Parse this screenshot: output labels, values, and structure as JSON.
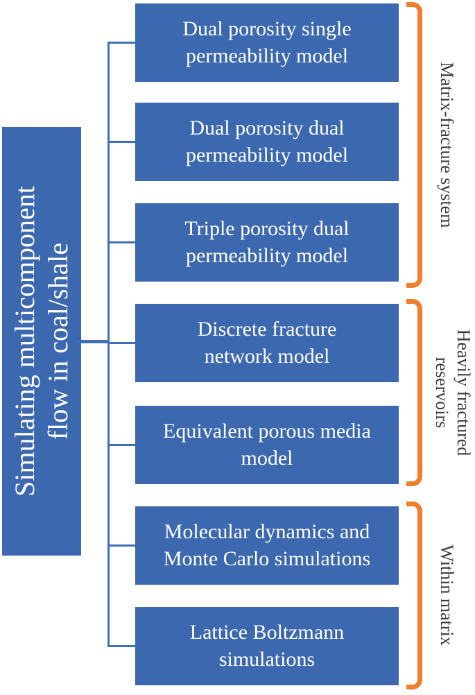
{
  "diagram": {
    "root": {
      "label": "Simulating multicomponent\nflow in coal/shale"
    },
    "boxes": [
      {
        "label": "Dual porosity single\npermeability model"
      },
      {
        "label": "Dual porosity dual\npermeability model"
      },
      {
        "label": "Triple porosity dual\npermeability model"
      },
      {
        "label": "Discrete fracture\nnetwork model"
      },
      {
        "label": "Equivalent porous media\nmodel"
      },
      {
        "label": "Molecular dynamics and\nMonte Carlo simulations"
      },
      {
        "label": "Lattice Boltzmann\nsimulations"
      }
    ],
    "brackets": [
      {
        "label": "Matrix-fracture system",
        "box_indices": [
          0,
          1,
          2
        ]
      },
      {
        "label": "Heavily fractured\nreservoirs",
        "box_indices": [
          3,
          4
        ]
      },
      {
        "label": "Within matrix",
        "box_indices": [
          5,
          6
        ]
      }
    ],
    "colors": {
      "box_blue": "#3c68af",
      "line_blue": "#3f6fb8",
      "bracket_orange": "#f07e2e",
      "label_gray": "#3b3b3b",
      "box_text": "#ffffff"
    }
  }
}
